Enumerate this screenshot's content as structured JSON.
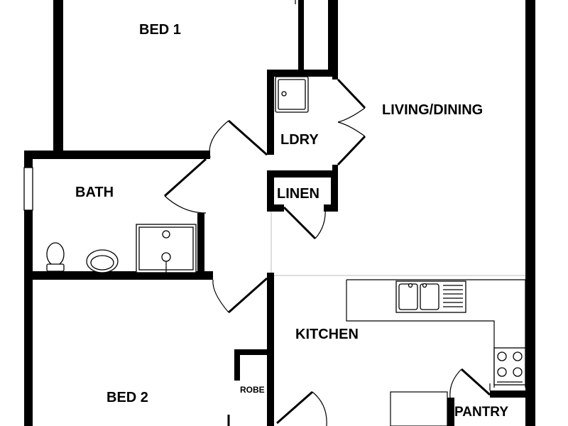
{
  "rooms": {
    "bed1": "BED 1",
    "living_dining": "LIVING/DINING",
    "laundry": "LDRY",
    "bath": "BATH",
    "linen": "LINEN",
    "kitchen": "KITCHEN",
    "bed2": "BED 2",
    "robe": "ROBE",
    "pantry": "PANTRY"
  },
  "colors": {
    "wall": "#000000",
    "background": "#ffffff",
    "light_line": "#bdbdbd"
  }
}
